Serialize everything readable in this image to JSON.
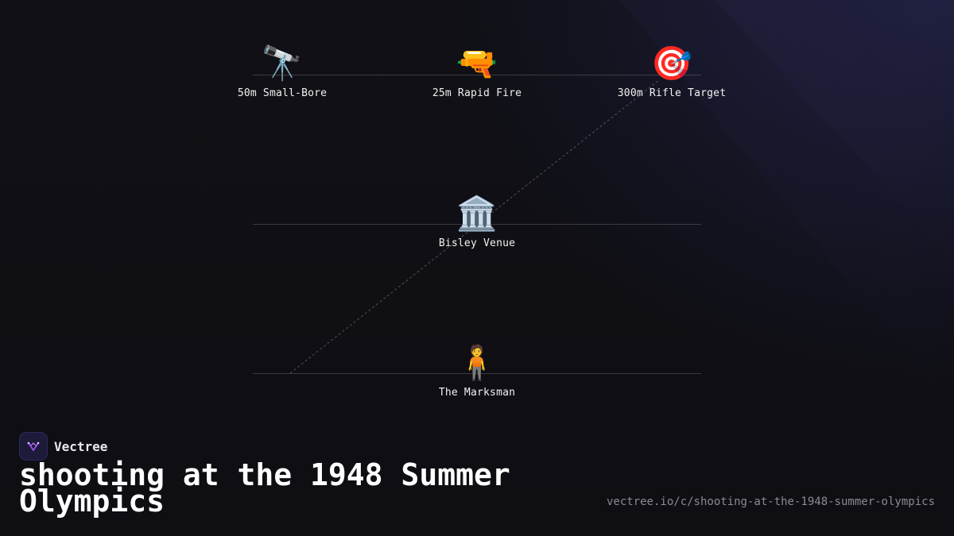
{
  "nodes": {
    "small_bore": {
      "icon": "🔭",
      "label": "50m Small-Bore"
    },
    "rapid_fire": {
      "icon": "🔫",
      "label": "25m Rapid Fire"
    },
    "rifle_target": {
      "icon": "🎯",
      "label": "300m Rifle Target"
    },
    "venue": {
      "icon": "🏛️",
      "label": "Bisley Venue"
    },
    "marksman": {
      "icon": "🧍",
      "label": "The Marksman"
    }
  },
  "brand": {
    "name": "Vectree"
  },
  "title": "shooting at the 1948 Summer Olympics",
  "url": "vectree.io/c/shooting-at-the-1948-summer-olympics",
  "colors": {
    "background": "#0f0f14",
    "line": "#ffffff2e",
    "accent": "#8b5cf6"
  }
}
